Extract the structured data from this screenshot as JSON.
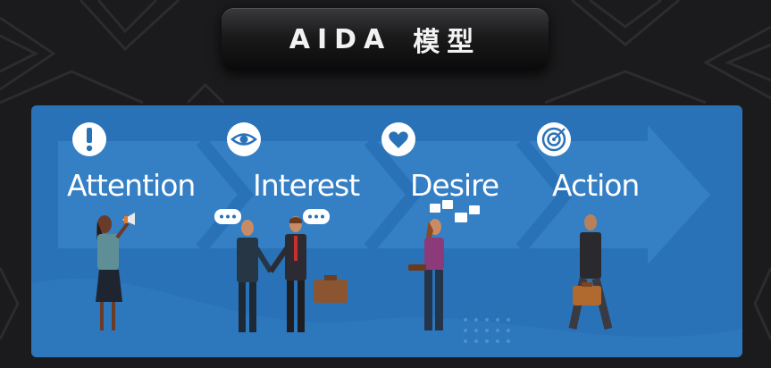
{
  "title": {
    "text": "AIDA",
    "suffix": "模型"
  },
  "stages": [
    {
      "label": "Attention",
      "icon": "exclamation-icon"
    },
    {
      "label": "Interest",
      "icon": "eye-icon"
    },
    {
      "label": "Desire",
      "icon": "heart-icon"
    },
    {
      "label": "Action",
      "icon": "target-icon"
    }
  ],
  "colors": {
    "background": "#1b1b1d",
    "panel": "#2a72b8",
    "arrow": "#3a84c8",
    "label": "#ffffff"
  }
}
